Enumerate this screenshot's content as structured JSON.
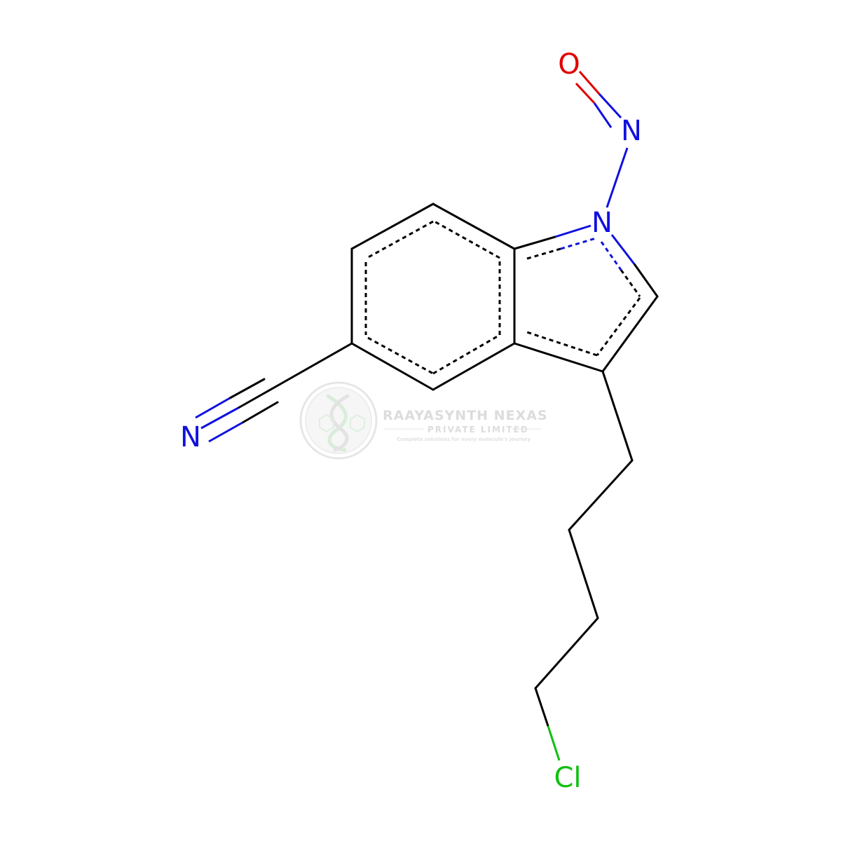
{
  "molecule": {
    "atoms": {
      "oxygen": {
        "label": "O",
        "color": "#e00000"
      },
      "nitroso_nitrogen": {
        "label": "N",
        "color": "#1010e0"
      },
      "indole_nitrogen": {
        "label": "N",
        "color": "#1010e0"
      },
      "nitrile_nitrogen": {
        "label": "N",
        "color": "#1010e0"
      },
      "chlorine": {
        "label": "Cl",
        "color": "#10c010"
      }
    }
  },
  "watermark": {
    "title": "RAAYASYNTH NEXAS",
    "subtitle": "PRIVATE LIMITED",
    "tagline": "Complete solutions for every molecule's journey",
    "color": "#d9d9d9"
  }
}
